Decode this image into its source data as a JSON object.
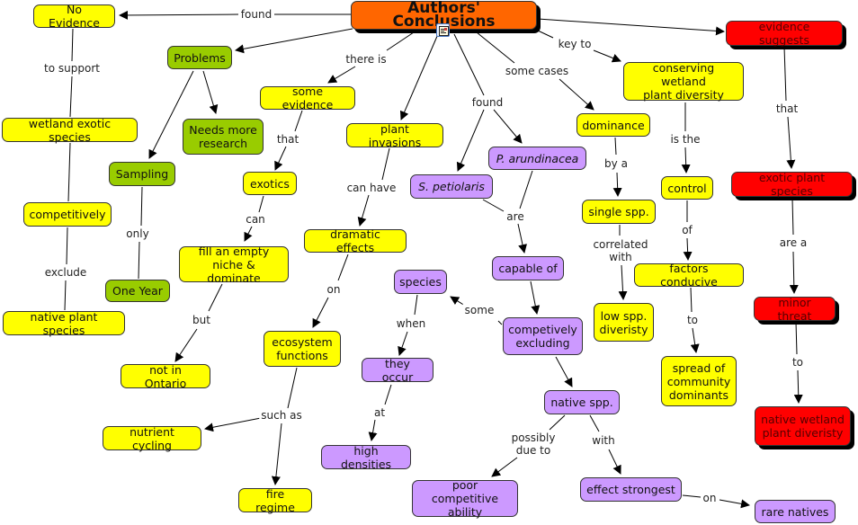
{
  "title": "Authors' Conclusions",
  "colors": {
    "concept_yellow": "#ffff00",
    "concept_green": "#99cc00",
    "concept_purple": "#cc99ff",
    "concept_red": "#ff0000",
    "root_orange": "#ff6600"
  },
  "root_icon": "document-resource-icon",
  "nodes": [
    {
      "id": "root",
      "text": "Authors' Conclusions"
    },
    {
      "id": "no_evidence",
      "text": "No Evidence"
    },
    {
      "id": "wetland_exotic",
      "text": "wetland exotic species"
    },
    {
      "id": "competitively",
      "text": "competitively"
    },
    {
      "id": "native_plant_species",
      "text": "native plant species"
    },
    {
      "id": "problems",
      "text": "Problems"
    },
    {
      "id": "needs_more_research",
      "text": "Needs more\nresearch"
    },
    {
      "id": "sampling",
      "text": "Sampling"
    },
    {
      "id": "one_year",
      "text": "One Year"
    },
    {
      "id": "some_evidence",
      "text": "some evidence"
    },
    {
      "id": "exotics",
      "text": "exotics"
    },
    {
      "id": "fill_niche",
      "text": "fill an empty\nniche & dominate"
    },
    {
      "id": "not_ontario",
      "text": "not in Ontario"
    },
    {
      "id": "plant_invasions",
      "text": "plant invasions"
    },
    {
      "id": "dramatic_effects",
      "text": "dramatic effects"
    },
    {
      "id": "ecosystem_functions",
      "text": "ecosystem\nfunctions"
    },
    {
      "id": "nutrient_cycling",
      "text": "nutrient cycling"
    },
    {
      "id": "fire_regime",
      "text": "fire regime"
    },
    {
      "id": "s_petiolaris",
      "text": "S. petiolaris"
    },
    {
      "id": "p_arundinacea",
      "text": "P. arundinacea"
    },
    {
      "id": "capable_of",
      "text": "capable of"
    },
    {
      "id": "competively_excluding",
      "text": "competively\nexcluding"
    },
    {
      "id": "species",
      "text": "species"
    },
    {
      "id": "they_occur",
      "text": "they occur"
    },
    {
      "id": "high_densities",
      "text": "high densities"
    },
    {
      "id": "native_spp",
      "text": "native spp."
    },
    {
      "id": "poor_competitive",
      "text": "poor competitive\nability"
    },
    {
      "id": "effect_strongest",
      "text": "effect strongest"
    },
    {
      "id": "rare_natives",
      "text": "rare natives"
    },
    {
      "id": "dominance",
      "text": "dominance"
    },
    {
      "id": "single_spp",
      "text": "single spp."
    },
    {
      "id": "low_spp_diversity",
      "text": "low spp.\ndiveristy"
    },
    {
      "id": "conserving",
      "text": "conserving wetland\nplant diversity"
    },
    {
      "id": "control",
      "text": "control"
    },
    {
      "id": "factors_conducive",
      "text": "factors conducive"
    },
    {
      "id": "spread_dominants",
      "text": "spread of\ncommunity\ndominants"
    },
    {
      "id": "evidence_suggests",
      "text": "evidence suggests"
    },
    {
      "id": "exotic_plant_species",
      "text": "exotic plant species"
    },
    {
      "id": "minor_threat",
      "text": "minor threat"
    },
    {
      "id": "native_wetland_diversity",
      "text": "native wetland\nplant diveristy"
    }
  ],
  "link_labels": [
    {
      "id": "found_1",
      "text": "found"
    },
    {
      "id": "to_support",
      "text": "to support"
    },
    {
      "id": "exclude",
      "text": "exclude"
    },
    {
      "id": "only",
      "text": "only"
    },
    {
      "id": "there_is",
      "text": "there is"
    },
    {
      "id": "that_1",
      "text": "that"
    },
    {
      "id": "can",
      "text": "can"
    },
    {
      "id": "but",
      "text": "but"
    },
    {
      "id": "can_have",
      "text": "can have"
    },
    {
      "id": "on_1",
      "text": "on"
    },
    {
      "id": "such_as",
      "text": "such as"
    },
    {
      "id": "found_2",
      "text": "found"
    },
    {
      "id": "are_1",
      "text": "are"
    },
    {
      "id": "some",
      "text": "some"
    },
    {
      "id": "when",
      "text": "when"
    },
    {
      "id": "at",
      "text": "at"
    },
    {
      "id": "possibly_due_to",
      "text": "possibly\ndue to"
    },
    {
      "id": "with",
      "text": "with"
    },
    {
      "id": "on_2",
      "text": "on"
    },
    {
      "id": "some_cases",
      "text": "some cases"
    },
    {
      "id": "by_a",
      "text": "by a"
    },
    {
      "id": "correlated_with",
      "text": "correlated\nwith"
    },
    {
      "id": "key_to",
      "text": "key to"
    },
    {
      "id": "is_the",
      "text": "is the"
    },
    {
      "id": "of",
      "text": "of"
    },
    {
      "id": "to_1",
      "text": "to"
    },
    {
      "id": "that_2",
      "text": "that"
    },
    {
      "id": "are_a",
      "text": "are a"
    },
    {
      "id": "to_2",
      "text": "to"
    }
  ]
}
